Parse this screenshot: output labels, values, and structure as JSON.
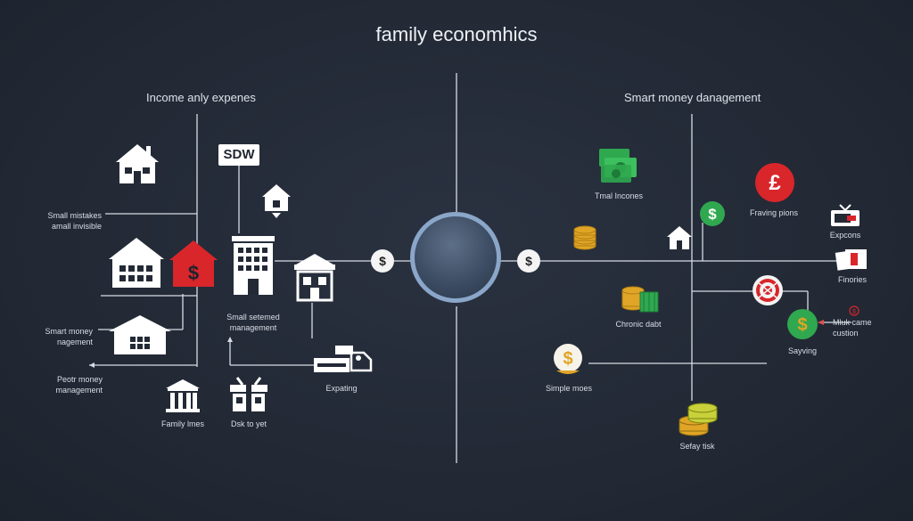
{
  "title": "family economhics",
  "left_heading": "Income anly expenes",
  "right_heading": "Smart money danagement",
  "sign_text": "SDW",
  "left_labels": {
    "small_mistakes": [
      "Small mistakes",
      "amall invisible"
    ],
    "smart_money": [
      "Smart money",
      "nagement"
    ],
    "poor_money": [
      "Peotr money",
      "management"
    ],
    "family_lines": "Family lmes",
    "desk_to_yet": "Dsk to yet",
    "small_set": [
      "Small setemed",
      "management"
    ],
    "expating": "Expating"
  },
  "right_labels": {
    "tmal_incomes": "Tmal Incones",
    "fraving_pions": "Fraving pions",
    "expcons": "Expcons",
    "finories": "Finories",
    "chronic_debt": "Chronic dabt",
    "mluk_came": [
      "Mluk came",
      "custion"
    ],
    "sayving": "Sayving",
    "simple_moes": "Simple moes",
    "sefay_tisk": "Sefay tisk"
  },
  "coin_symbols": [
    "$",
    "$"
  ],
  "pound_symbol": "£",
  "dollar_symbol": "$",
  "colors": {
    "background": "#232a36",
    "line": "#d7dce3",
    "red": "#d8262b",
    "green": "#2fa84f",
    "gold": "#e0a526",
    "hub_ring": "#8aa6c8"
  },
  "icons": [
    "house-icon",
    "bank-icon",
    "office-building-icon",
    "money-bills-icon",
    "coin-stack-icon",
    "pound-badge-icon",
    "dollar-badge-icon",
    "target-icon",
    "truck-icon",
    "gift-icon"
  ]
}
